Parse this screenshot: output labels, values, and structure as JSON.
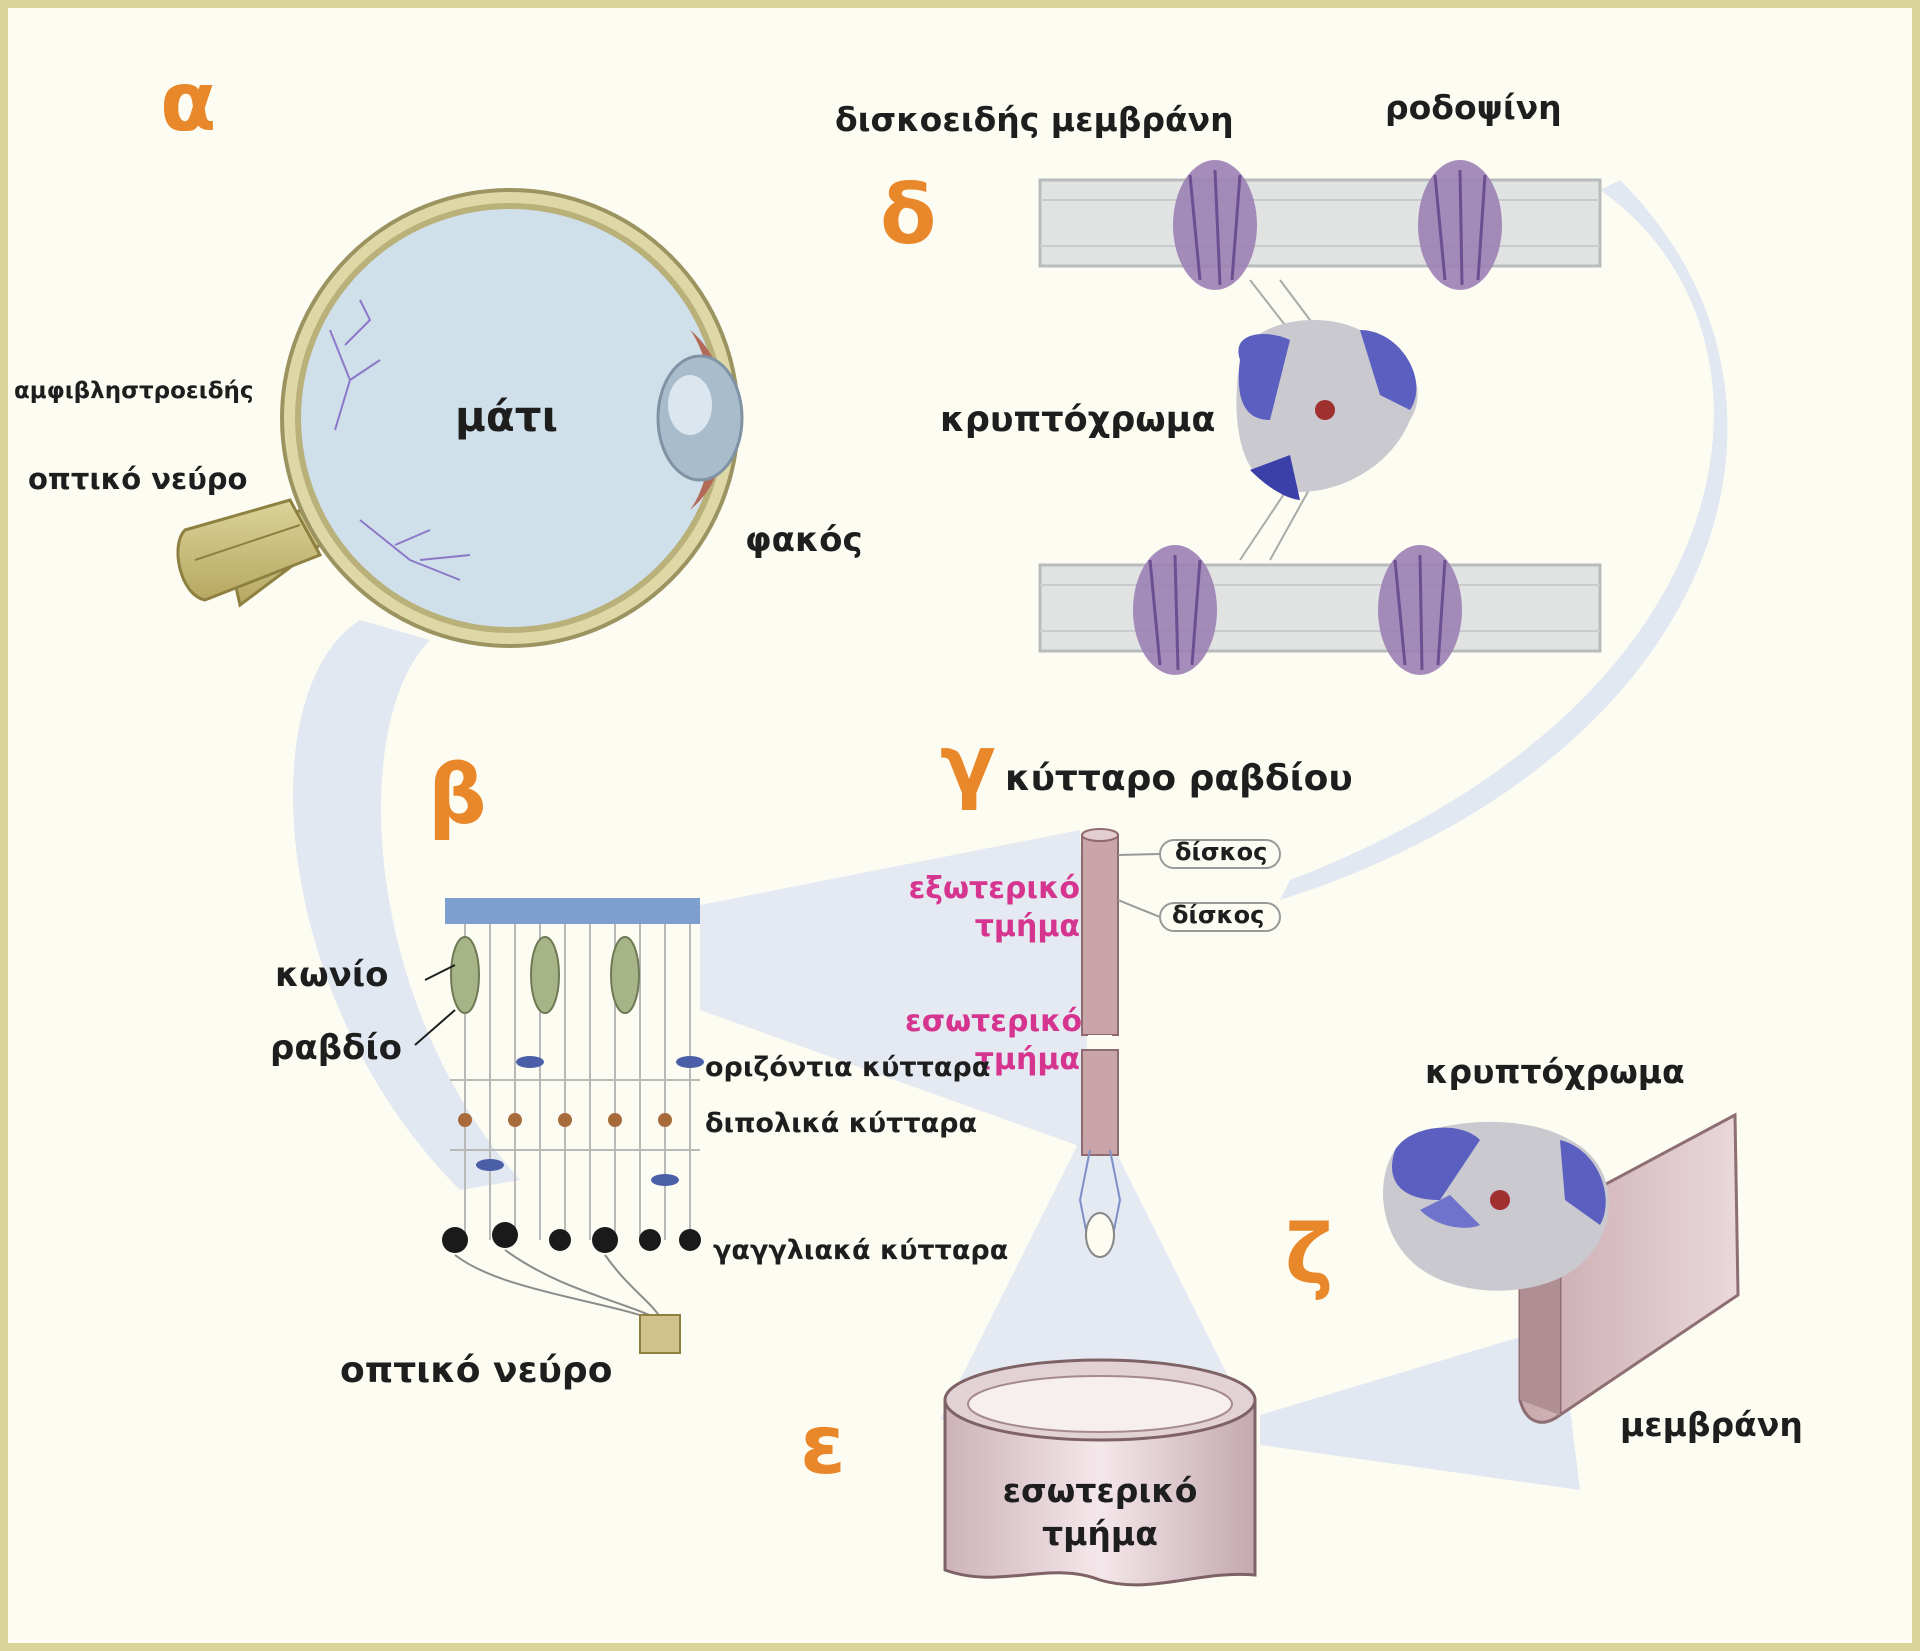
{
  "panels": {
    "a": "α",
    "b": "β",
    "c": "γ",
    "d": "δ",
    "e": "ε",
    "z": "ζ"
  },
  "labels": {
    "eye": "μάτι",
    "retina_choroid": "αμφιβληστροειδής",
    "optic_nerve_eye": "οπτικό νεύρο",
    "lens": "φακός",
    "disc_membrane": "δισκοειδής μεμβράνη",
    "rhodopsin": "ροδοψίνη",
    "cryptochrome_top": "κρυπτόχρωμα",
    "rod_cell": "κύτταρο ραβδίου",
    "disc_1": "δίσκος",
    "disc_2": "δίσκος",
    "outer_segment_line1": "εξωτερικό",
    "outer_segment_line2": "τμήμα",
    "inner_segment_line1": "εσωτερικό",
    "inner_segment_line2": "τμήμα",
    "cone": "κωνίο",
    "rod": "ραβδίο",
    "horizontal_cells": "οριζόντια κύτταρα",
    "bipolar_cells": "διπολικά κύτταρα",
    "ganglion_cells": "γαγγλιακά κύτταρα",
    "optic_nerve_retina": "οπτικό νεύρο",
    "cryptochrome_bottom": "κρυπτόχρωμα",
    "membrane": "μεμβράνη",
    "inner_segment_cyl_line1": "εσωτερικό",
    "inner_segment_cyl_line2": "τμήμα"
  },
  "colors": {
    "panel_letter": "#e8882a",
    "pink_text": "#d6358f",
    "frame": "#d8d49a",
    "eye_fill": "#cfe0ea",
    "protein_blue": "#5a5fc0",
    "protein_purple": "#9b7fb4"
  }
}
